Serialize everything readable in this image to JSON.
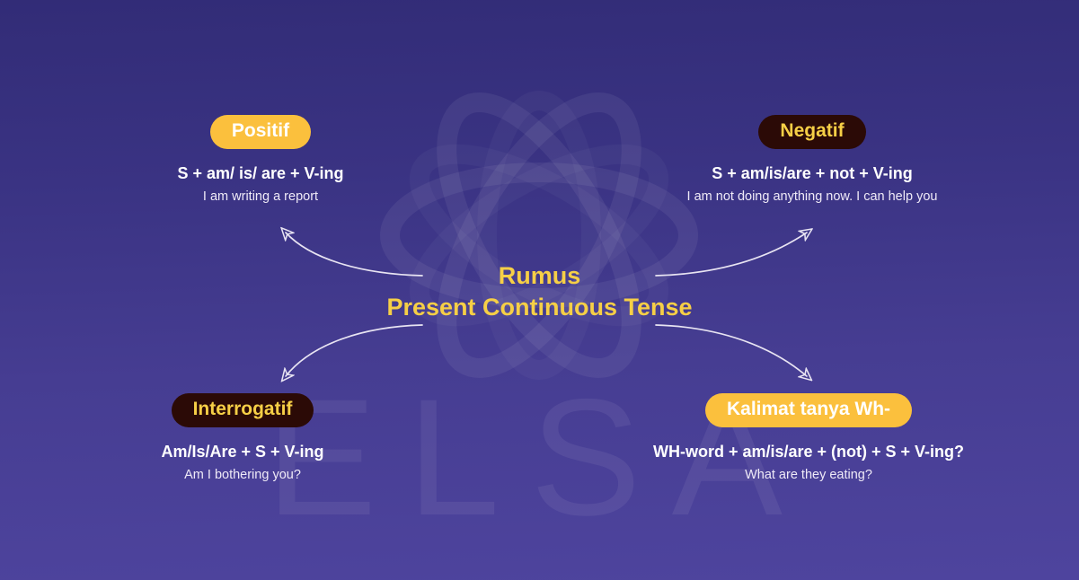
{
  "center": {
    "line1": "Rumus",
    "line2": "Present Continuous Tense"
  },
  "watermark": {
    "text": "ELSA"
  },
  "quadrants": [
    {
      "id": "positif",
      "badge": "Positif",
      "badge_style": "yellow",
      "formula": "S + am/ is/ are + V-ing",
      "example": "I am writing a report"
    },
    {
      "id": "negatif",
      "badge": "Negatif",
      "badge_style": "dark",
      "formula": "S + am/is/are + not + V-ing",
      "example": "I am not doing anything now. I can help you"
    },
    {
      "id": "interrogatif",
      "badge": "Interrogatif",
      "badge_style": "dark",
      "formula": "Am/Is/Are + S + V-ing",
      "example": "Am I bothering you?"
    },
    {
      "id": "kalimat-tanya-wh",
      "badge": "Kalimat tanya Wh-",
      "badge_style": "yellow",
      "formula": "WH-word + am/is/are + (not) + S + V-ing?",
      "example": "What are they eating?"
    }
  ],
  "colors": {
    "bg_top": "#322c77",
    "bg_bottom": "#4e449e",
    "accent_yellow": "#FBC03D",
    "title_yellow": "#F6CF46",
    "badge_dark": "#2B0A06",
    "text_white": "#FFFFFF",
    "arrow_white": "#E8E4F2"
  }
}
